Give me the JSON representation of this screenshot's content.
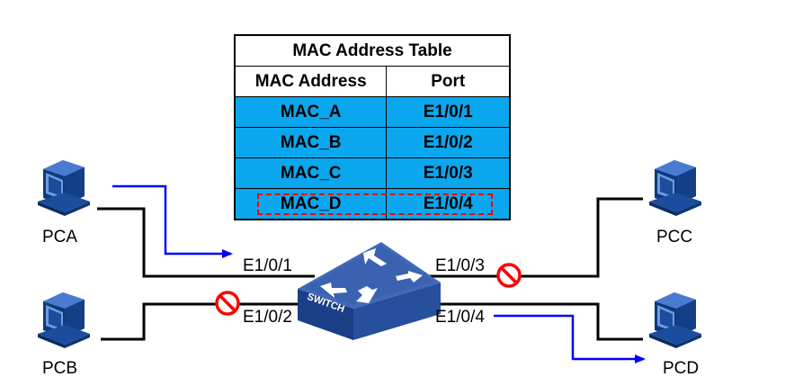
{
  "mac_table": {
    "title": "MAC Address Table",
    "headers": [
      "MAC Address",
      "Port"
    ],
    "rows": [
      {
        "mac": "MAC_A",
        "port": "E1/0/1",
        "highlighted": false
      },
      {
        "mac": "MAC_B",
        "port": "E1/0/2",
        "highlighted": false
      },
      {
        "mac": "MAC_C",
        "port": "E1/0/3",
        "highlighted": false
      },
      {
        "mac": "MAC_D",
        "port": "E1/0/4",
        "highlighted": true
      }
    ]
  },
  "hosts": {
    "pca": "PCA",
    "pcb": "PCB",
    "pcc": "PCC",
    "pcd": "PCD"
  },
  "ports": {
    "p1": "E1/0/1",
    "p2": "E1/0/2",
    "p3": "E1/0/3",
    "p4": "E1/0/4"
  },
  "switch": {
    "label": "SWITCH"
  },
  "colors": {
    "row_fill": "#0aa7ee",
    "arrow": "#0000ff",
    "block": "#ff0000",
    "switch_body": "#3a5fb5"
  },
  "icons": {
    "blocked": "no-entry-icon",
    "computer": "desktop-computer-icon",
    "switch": "network-switch-icon"
  }
}
